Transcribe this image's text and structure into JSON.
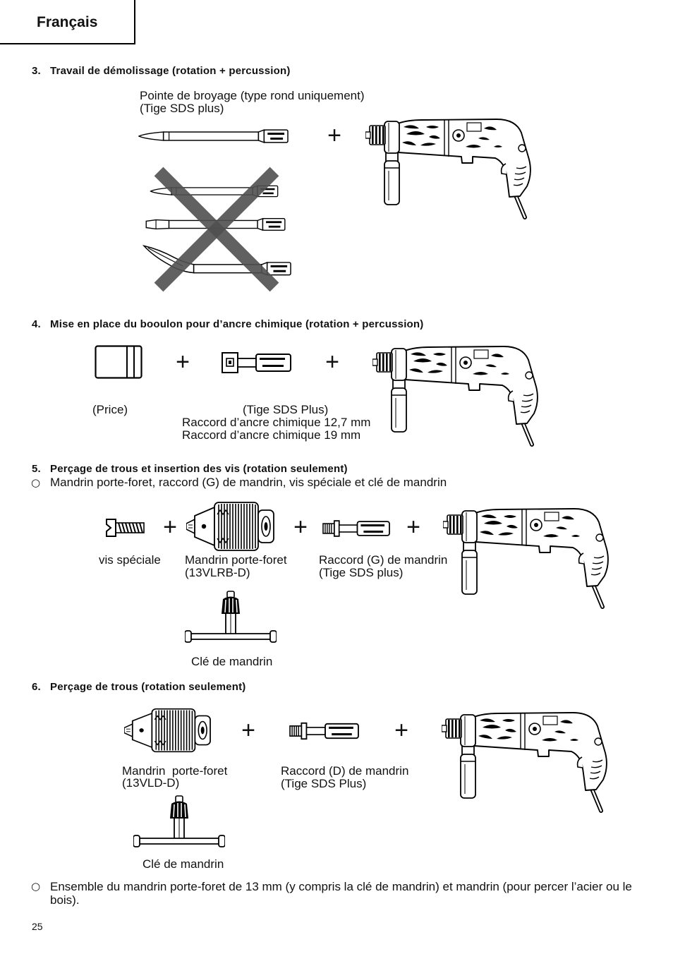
{
  "page": {
    "tab_label": "Français",
    "page_number": "25",
    "plus": "+",
    "bullet": "○"
  },
  "section3": {
    "number": "3.",
    "title": "Travail de démolissage (rotation + percussion)",
    "bit_caption_line1": "Pointe de broyage (type rond uniquement)",
    "bit_caption_line2": "(Tige SDS plus)"
  },
  "section4": {
    "number": "4.",
    "title": "Mise en place du booulon pour d’ancre chimique (rotation + percussion)",
    "sleeve_label": "(Price)",
    "adapter_shank_label": "(Tige SDS Plus)",
    "adapter_line1": "Raccord d’ancre chimique 12,7 mm",
    "adapter_line2": "Raccord d’ancre chimique 19 mm"
  },
  "section5": {
    "number": "5.",
    "title": "Perçage de trous et insertion des vis (rotation seulement)",
    "bullet_text": "Mandrin porte-foret, raccord (G) de mandrin, vis spéciale et clé de mandrin",
    "screw_label": "vis spéciale",
    "chuck_line1": "Mandrin porte-foret",
    "chuck_line2": "(13VLRB-D)",
    "adapter_line1": "Raccord (G) de mandrin",
    "adapter_line2": "(Tige SDS plus)",
    "key_label": "Clé de mandrin"
  },
  "section6": {
    "number": "6.",
    "title": "Perçage de trous (rotation seulement)",
    "chuck_line1": "Mandrin  porte-foret",
    "chuck_line2": "(13VLD-D)",
    "adapter_line1": "Raccord (D) de mandrin",
    "adapter_line2": "(Tige SDS Plus)",
    "key_label": "Clé de mandrin"
  },
  "footnote": {
    "text": "Ensemble du mandrin porte-foret de 13 mm (y compris la clé de mandrin) et mandrin (pour percer l’acier ou le bois)."
  }
}
